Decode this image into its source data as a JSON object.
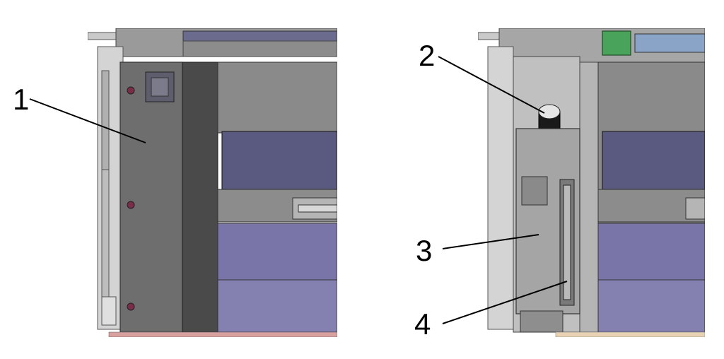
{
  "callouts": [
    {
      "number": "1",
      "target": "side-panel"
    },
    {
      "number": "2",
      "target": "filler-cap"
    },
    {
      "number": "3",
      "target": "reservoir-tank"
    },
    {
      "number": "4",
      "target": "level-sight-glass"
    }
  ],
  "colors": {
    "panel_gray": "#6e6e6e",
    "panel_dark": "#4a4a4a",
    "body_gray": "#8a8a8a",
    "frame_light": "#c9c9c9",
    "blue_door": "#5a5a80",
    "purple_drawer": "#7a75a8",
    "green_part": "#4aa35a",
    "floor_tan": "#e8d2b4"
  }
}
